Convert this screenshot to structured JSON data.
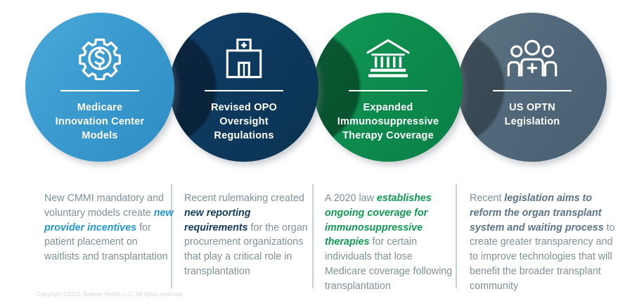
{
  "pillars": [
    {
      "id": "medicare-innovation-center-models",
      "title": "Medicare\nInnovation  Center\nModels",
      "icon": "gear-dollar-icon",
      "color": "#3b9bcf",
      "body_plain": "New CMMI mandatory and voluntary  models create new provider incentives for patient placement on waitlists and transplantation",
      "body_parts": [
        {
          "text": "New CMMI mandatory and voluntary  models create ",
          "emphasis": false
        },
        {
          "text": "new provider incentives",
          "emphasis": true
        },
        {
          "text": " for patient placement on waitlists and transplantation",
          "emphasis": false
        }
      ]
    },
    {
      "id": "revised-opo-oversight-regulations",
      "title": "Revised  OPO\nOversight\nRegulations",
      "icon": "hospital-icon",
      "color": "#0e3a60",
      "body_plain": "Recent rulemaking created new reporting requirements for the organ procurement organizations that play a critical role in transplantation",
      "body_parts": [
        {
          "text": "Recent rulemaking created ",
          "emphasis": false
        },
        {
          "text": "new reporting requirements",
          "emphasis": true
        },
        {
          "text": " for the organ procurement organizations that play a critical role in transplantation",
          "emphasis": false
        }
      ]
    },
    {
      "id": "expanded-immunosuppressive-therapy-coverage",
      "title": "Expanded\nImmunosuppressive\nTherapy  Coverage",
      "icon": "government-building-icon",
      "color": "#0d8c4e",
      "body_plain": "A 2020 law establishes ongoing coverage for immunosuppressive therapies for certain individuals that lose Medicare coverage following transplantation",
      "body_parts": [
        {
          "text": "A 2020 law ",
          "emphasis": false
        },
        {
          "text": "establishes ongoing coverage for immunosuppressive therapies",
          "emphasis": true
        },
        {
          "text": " for certain individuals that lose Medicare coverage following transplantation",
          "emphasis": false
        }
      ]
    },
    {
      "id": "us-optn-legislation",
      "title": "US OPTN\nLegislation",
      "icon": "people-medical-icon",
      "color": "#51697a",
      "body_plain": "Recent legislation aims to reform the organ transplant system and waiting process to create greater transparency and to improve technologies that will benefit the broader transplant community",
      "body_parts": [
        {
          "text": "Recent ",
          "emphasis": false
        },
        {
          "text": "legislation  aims to reform the organ transplant system and waiting process",
          "emphasis": true
        },
        {
          "text": " to create greater transparency and to improve technologies that will benefit the broader transplant community",
          "emphasis": false
        }
      ]
    }
  ],
  "footer": {
    "copyright": "Copyright ©2023. Avalere Health LLC. All rights reserved."
  }
}
